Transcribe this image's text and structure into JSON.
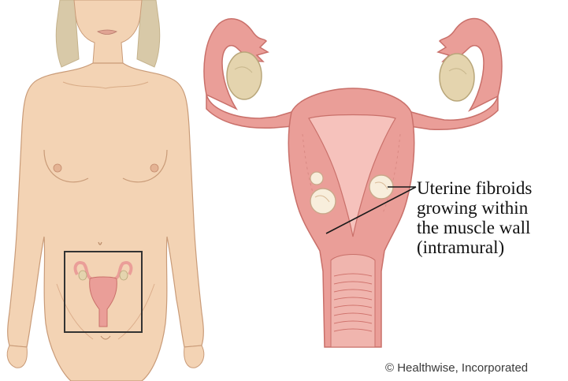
{
  "callout": {
    "lines": [
      "Uterine fibroids",
      "growing within",
      "the muscle wall",
      "(intramural)"
    ]
  },
  "credit": {
    "text": "© Healthwise, Incorporated"
  },
  "colors": {
    "skin": "#f3d3b4",
    "skin_shadow": "#e2b48f",
    "hair": "#d8c9a8",
    "uterus": "#ea9e98",
    "uterus_dark": "#d0736d",
    "uterus_inner": "#f6c2bc",
    "ovary": "#e4d4ae",
    "fibroid": "#f8eedc",
    "inset_border": "#333333"
  }
}
